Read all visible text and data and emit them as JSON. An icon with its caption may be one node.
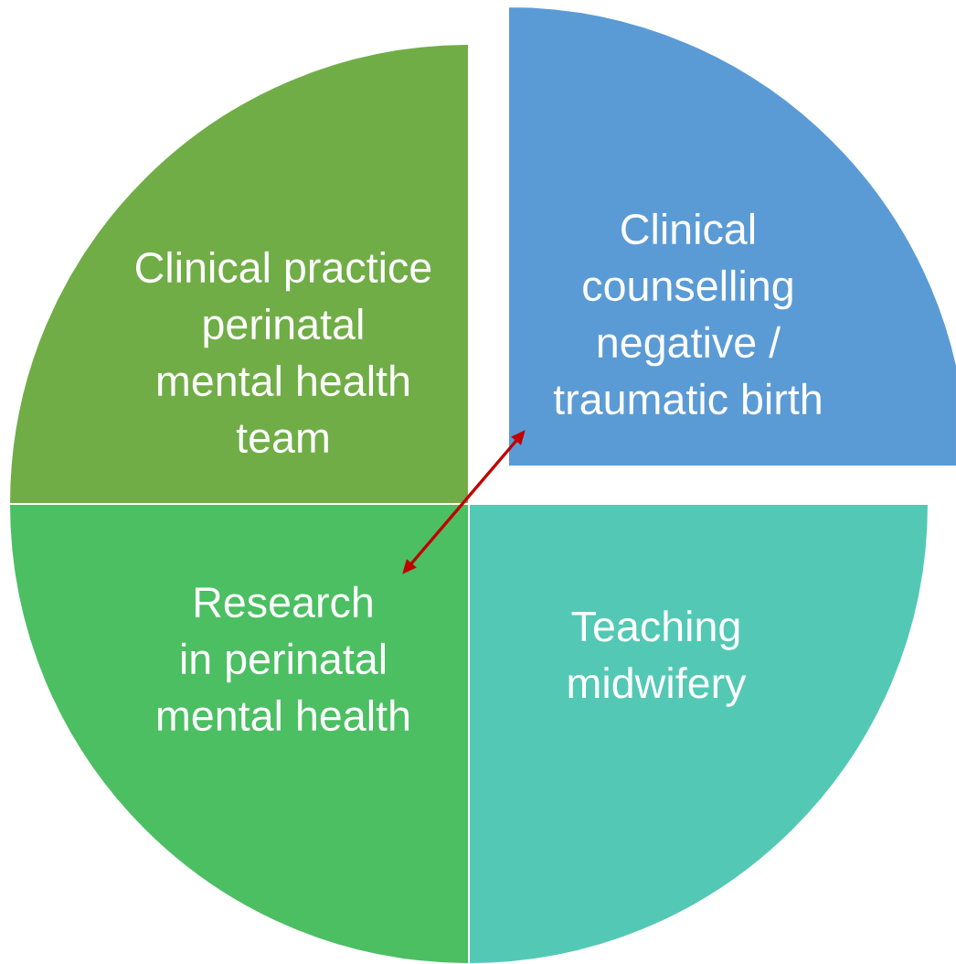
{
  "diagram": {
    "nodes": [
      {
        "text": [
          "Clinical practice perinatal mental health team"
        ]
      },
      {
        "text": [
          "Clinical counselling negative / traumatic birth"
        ]
      },
      {
        "text": [
          "Research in perinatal mental health"
        ]
      },
      {
        "text": [
          "Teaching midwifery"
        ]
      }
    ],
    "edges": [
      {
        "from": 1,
        "to": 2,
        "arrow": "both",
        "color": "#c00000"
      }
    ]
  }
}
